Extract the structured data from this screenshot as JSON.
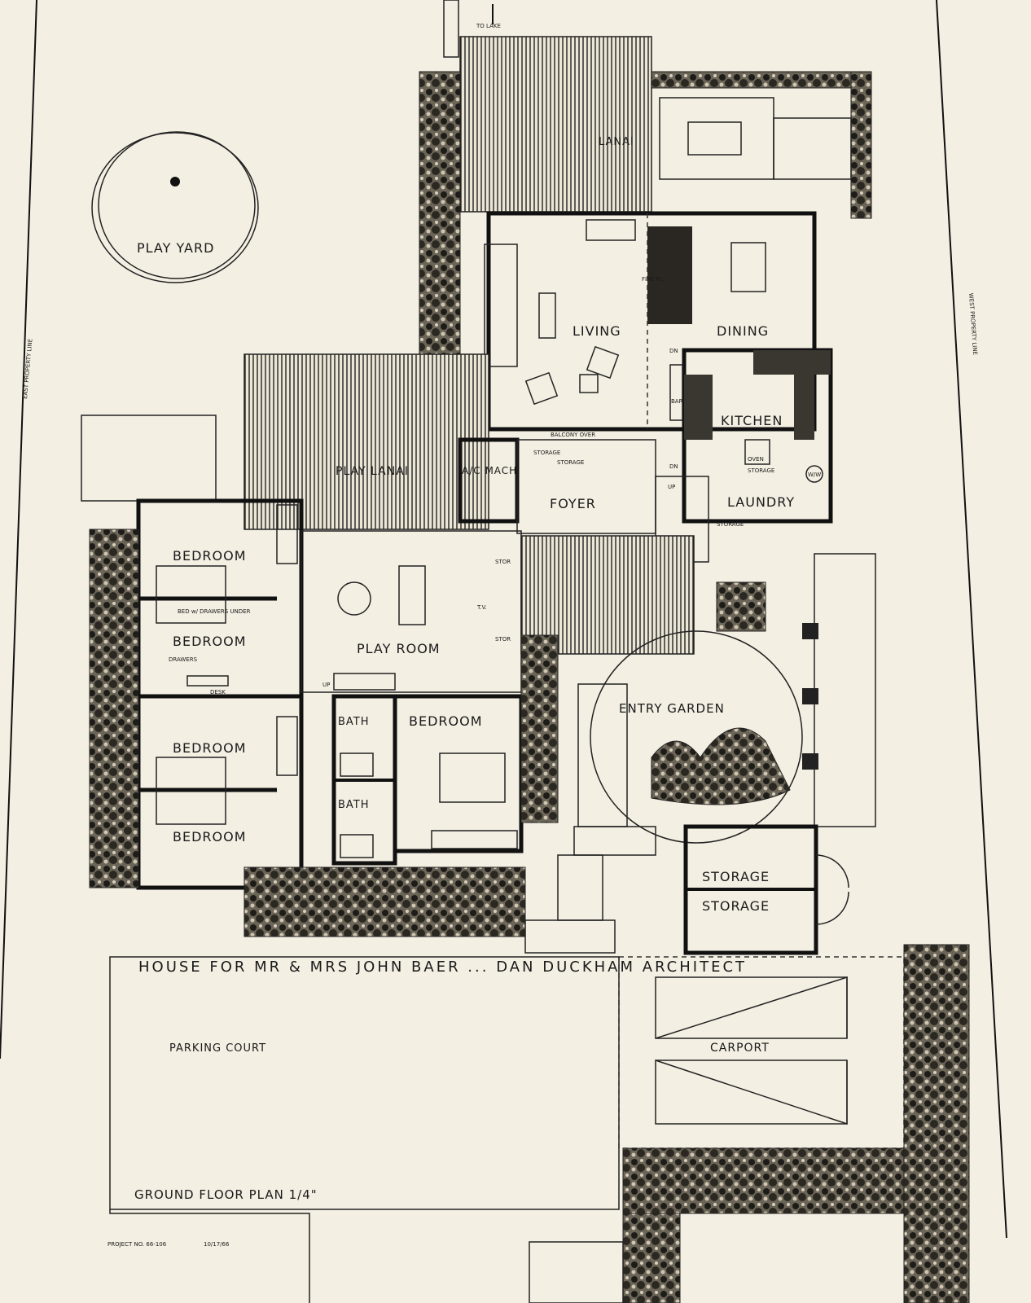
{
  "title_block": {
    "project_title": "HOUSE FOR MR & MRS JOHN BAER ... DAN DUCKHAM ARCHITECT",
    "sheet_title": "GROUND FLOOR PLAN 1/4\"",
    "project_no": "PROJECT NO. 66-106",
    "date": "10/17/66"
  },
  "site": {
    "to_lake": "TO LAKE",
    "play_yard": "PLAY YARD",
    "east_property_line": "EAST PROPERTY LINE",
    "west_property_line": "WEST PROPERTY LINE",
    "parking_court": "PARKING COURT",
    "carport": "CARPORT",
    "entry_garden": "ENTRY GARDEN"
  },
  "rooms": {
    "lanai": "LANAI",
    "living": "LIVING",
    "dining": "DINING",
    "kitchen": "KITCHEN",
    "laundry": "LAUNDRY",
    "foyer": "FOYER",
    "play_lanai": "PLAY LANAI",
    "ac_mach": "A/C MACH",
    "play_room": "PLAY ROOM",
    "bedroom_1": "BEDROOM",
    "bedroom_2": "BEDROOM",
    "bedroom_3": "BEDROOM",
    "bedroom_4": "BEDROOM",
    "bedroom_5": "BEDROOM",
    "bath_1": "BATH",
    "bath_2": "BATH",
    "storage_1": "STORAGE",
    "storage_2": "STORAGE"
  },
  "notes": {
    "bed_drawers": "BED w/ DRAWERS UNDER",
    "drawers": "DRAWERS",
    "desk": "DESK",
    "balcony_over": "BALCONY OVER",
    "storage_small_1": "STORAGE",
    "storage_small_2": "STORAGE",
    "storage_small_3": "STORAGE",
    "storage_small_4": "STORAGE",
    "fireplace": "FIRE PL.",
    "dn_1": "DN",
    "dn_2": "DN",
    "up_1": "UP",
    "up_2": "UP",
    "bar": "BAR",
    "oven": "OVEN",
    "wd": "W/W",
    "tv": "T.V.",
    "stor_1": "STOR",
    "stor_2": "STOR"
  }
}
